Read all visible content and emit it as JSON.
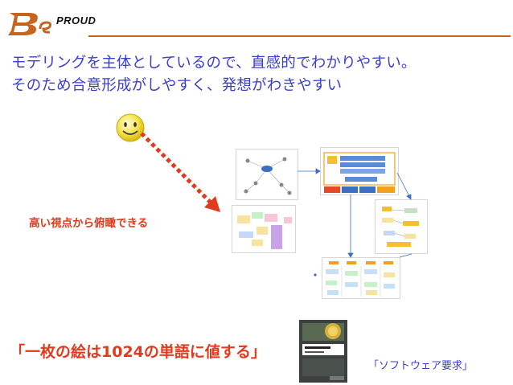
{
  "logo": {
    "text": "PROUD",
    "accent_color": "#c8631e"
  },
  "headline": {
    "line1": "モデリングを主体としているので、直感的でわかりやすい。",
    "line2": "そのため合意形成がしやすく、発想がわきやすい"
  },
  "overview_caption": "高い視点から俯瞰できる",
  "quote": "「一枚の絵は1024の単語に値する」",
  "book": {
    "caption": "「ソフトウェア要求」",
    "cover_title": "ソフトウェア要求"
  },
  "colors": {
    "headline": "#3a3fcf",
    "accent_red": "#e23a1c",
    "rule": "#c8631e"
  },
  "icons": [
    "smiley-icon",
    "dotted-arrow"
  ]
}
